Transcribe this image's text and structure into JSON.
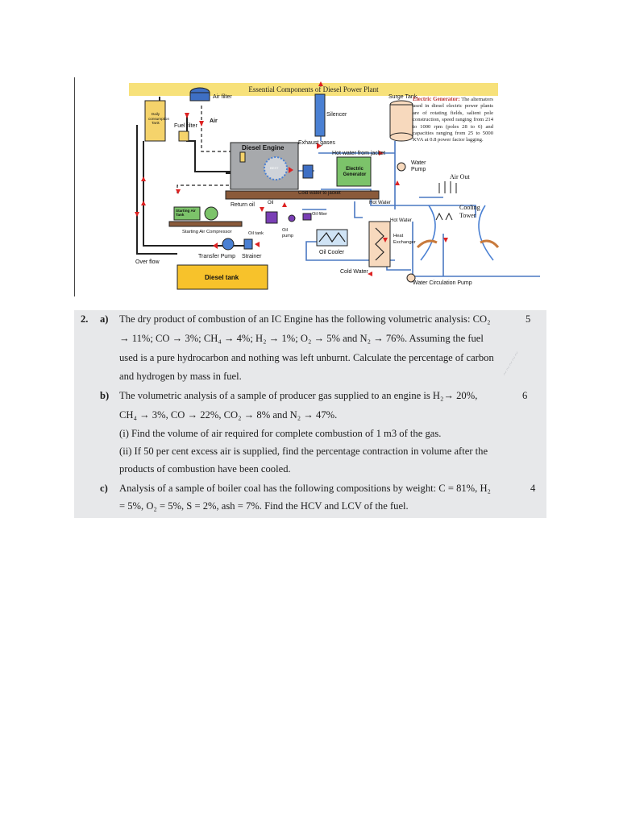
{
  "diagram": {
    "title": "Essential Components of Diesel Power Plant",
    "labels": {
      "daily_tank": "Daily consumption Tank",
      "air_filter": "Air filter",
      "air": "Air",
      "fuel_filter": "Fuel filter",
      "silencer": "Silencer",
      "surge_tank": "Surge Tank",
      "diesel_engine": "Diesel Engine",
      "exhaust_gases": "Exhaust gases",
      "hot_water_from_jacket": "Hot water from jacket",
      "electric_generator": "Electric Generator",
      "water_pump": "Water Pump",
      "air_out": "Air Out",
      "cold_water_to_jacket": "Cold water to jacket",
      "return_oil": "Return oil",
      "oil": "Oil",
      "hot_water_1": "Hot Water",
      "hot_water_2": "Hot Water",
      "cooling_tower": "Cooling Tower",
      "starting_air_tank": "Starting Air Tank",
      "oil_filter": "Oil filter",
      "oil_pump": "Oil pump",
      "oil_tank": "Oil tank",
      "starting_air_compressor": "Starting Air Compressor",
      "heat_exchanger": "Heat Exchanger",
      "oil_cooler": "Oil Cooler",
      "transfer_pump": "Transfer Pump",
      "strainer": "Strainer",
      "over_flow": "Over flow",
      "cold_water": "Cold Water",
      "diesel_tank": "Diesel tank",
      "water_circulation_pump": "Water Circulation Pump",
      "logo": "BEST"
    },
    "electric_generator_note": {
      "title": "Electric Generator:",
      "body": "The alternators used in diesel electric power plants are of rotating fields, salient pole construction, speed ranging from 214 to 1000 rpm (poles 28 to 6) and capacities ranging from 25 to 5000 KVA at 0.8 power factor lagging."
    }
  },
  "questions": {
    "number": "2.",
    "items": [
      {
        "label": "a)",
        "marks": "5",
        "lines": [
          "The dry product of combustion of an IC Engine has the following volumetric analysis: CO₂",
          "→ 11%; CO → 3%; CH₄ → 4%; H₂ → 1%; O₂ → 5% and N₂ → 76%. Assuming the fuel",
          "used is a pure hydrocarbon and nothing was left unburnt. Calculate the percentage of carbon",
          "and hydrogen by mass in fuel."
        ]
      },
      {
        "label": "b)",
        "marks": "6",
        "lines": [
          "The volumetric analysis of a sample of producer gas supplied to an engine is H₂→ 20%,",
          "CH₄ → 3%, CO → 22%, CO₂ → 8% and N₂ → 47%.",
          "(i) Find the volume of air required for complete combustion of 1 m3 of the gas.",
          "(ii) If 50 per cent excess air is supplied, find the percentage contraction in volume after the",
          "products of combustion have been cooled."
        ]
      },
      {
        "label": "c)",
        "marks": "4",
        "lines": [
          "Analysis of a sample of boiler coal has the following compositions by weight: C = 81%, H₂",
          "= 5%, O₂ = 5%, S = 2%, ash = 7%. Find the HCV and LCV of the fuel."
        ]
      }
    ]
  }
}
